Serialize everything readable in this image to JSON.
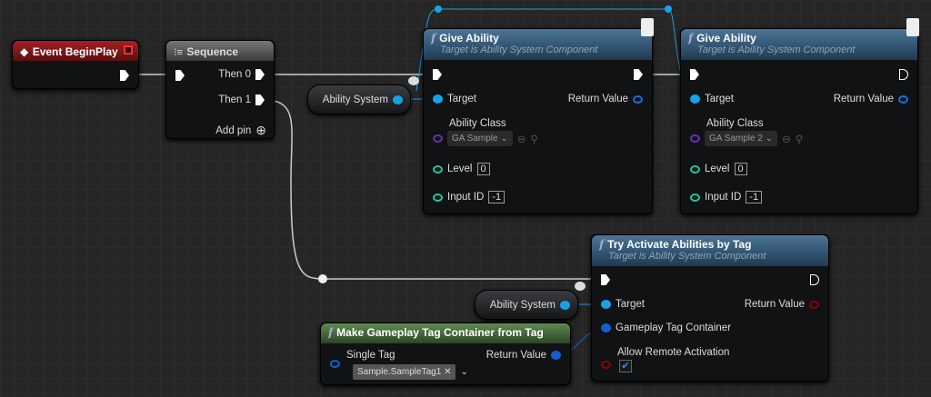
{
  "event_node": {
    "title": "Event BeginPlay"
  },
  "sequence": {
    "title": "Sequence",
    "then0": "Then 0",
    "then1": "Then 1",
    "add_pin": "Add pin"
  },
  "variables": [
    {
      "label": "Ability System"
    },
    {
      "label": "Ability System"
    }
  ],
  "give_ability": [
    {
      "title": "Give Ability",
      "subtitle": "Target is Ability System Component",
      "target": "Target",
      "return": "Return Value",
      "ability_class_label": "Ability Class",
      "ability_class": "GA Sample",
      "level_label": "Level",
      "level": "0",
      "input_id_label": "Input ID",
      "input_id": "-1"
    },
    {
      "title": "Give Ability",
      "subtitle": "Target is Ability System Component",
      "target": "Target",
      "return": "Return Value",
      "ability_class_label": "Ability Class",
      "ability_class": "GA Sample 2",
      "level_label": "Level",
      "level": "0",
      "input_id_label": "Input ID",
      "input_id": "-1"
    }
  ],
  "try_activate": {
    "title": "Try Activate Abilities by Tag",
    "subtitle": "Target is Ability System Component",
    "target": "Target",
    "return": "Return Value",
    "tag_container": "Gameplay Tag Container",
    "allow_remote": "Allow Remote Activation",
    "allow_remote_checked": true
  },
  "make_tag": {
    "title": "Make Gameplay Tag Container from Tag",
    "single_tag_label": "Single Tag",
    "single_tag": "Sample.SampleTag1",
    "return": "Return Value"
  },
  "colors": {
    "exec": "#ffffff",
    "object": "#1aa0e8",
    "int": "#1fc79a",
    "class": "#6b2fb0",
    "bool": "#8b0000",
    "struct": "#1060d0"
  }
}
